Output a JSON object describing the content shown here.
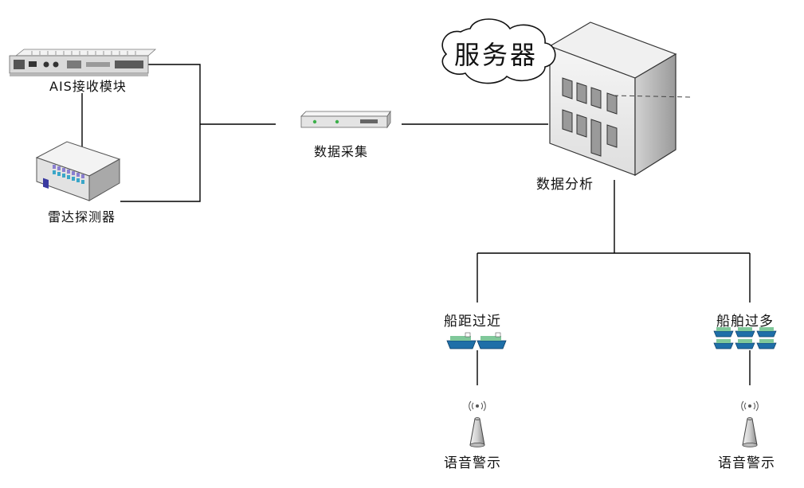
{
  "nodes": {
    "ais": {
      "label": "AIS接收模块"
    },
    "radar": {
      "label": "雷达探测器"
    },
    "collector": {
      "label": "数据采集"
    },
    "server": {
      "cloud_label": "服务器",
      "label": "数据分析"
    },
    "branch_left": {
      "label": "船距过近",
      "alarm_label": "语音警示"
    },
    "branch_right": {
      "label": "船舶过多",
      "alarm_label": "语音警示"
    }
  },
  "colors": {
    "line": "#000000",
    "device_gray": "#e6e6e6",
    "building_front": "#ebebeb",
    "building_side": "#b5b5b5",
    "ship_blue": "#1f6fa8",
    "ship_green": "#7fc89a"
  },
  "icons": [
    "ais-receiver-icon",
    "radar-detector-icon",
    "data-collector-icon",
    "server-building-icon",
    "cloud-icon",
    "ship-icon",
    "speaker-tower-icon"
  ]
}
